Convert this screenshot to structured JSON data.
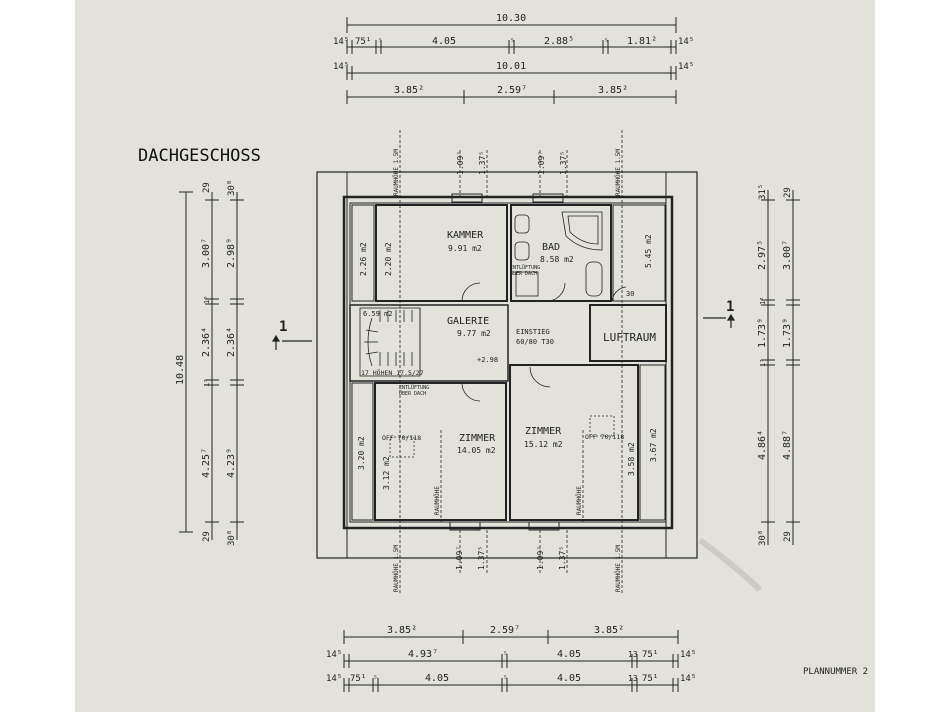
{
  "title": "DACHGESCHOSS",
  "plan_label": "PLANNUMMER 2",
  "top_dims": {
    "row1": [
      "10.30"
    ],
    "row2": [
      "14⁵",
      "75¹",
      "⁵",
      "4.05",
      "⁵",
      "2.88⁵",
      "⁵",
      "1.81²",
      "14⁵"
    ],
    "row3": [
      "14⁵",
      "10.01",
      "14⁵"
    ],
    "row4": [
      "3.85²",
      "2.59⁷",
      "3.85²"
    ]
  },
  "bottom_dims": {
    "row1": [
      "3.85²",
      "2.59⁷",
      "3.85²"
    ],
    "row2": [
      "14⁵",
      "4.93⁷",
      "⁵",
      "4.05",
      "13",
      "75¹",
      "14⁵"
    ],
    "row3": [
      "14⁵",
      "75¹",
      "⁵",
      "4.05",
      "⁵",
      "4.05",
      "13",
      "75¹",
      "14⁵"
    ]
  },
  "left_dims": [
    "29",
    "30⁸",
    "10.48",
    "3.00⁷",
    "2.98⁹",
    "2.36⁴",
    "2.36⁴",
    "4.25⁷",
    "4.23⁹",
    "29",
    "30⁸",
    "1⁵",
    "1⁵"
  ],
  "right_dims": [
    "31⁵",
    "29",
    "2.97⁵",
    "3.00⁷",
    "1.73⁹",
    "1.73⁹",
    "4.86⁴",
    "4.88⁷",
    "30⁸",
    "29",
    "1⁵",
    "1⁵"
  ],
  "rooms": {
    "kammer": {
      "name": "KAMMER",
      "area": "9.91 m2"
    },
    "bad": {
      "name": "BAD",
      "area": "8.58 m2"
    },
    "galerie": {
      "name": "GALERIE",
      "area": "9.77 m2"
    },
    "luftraum": {
      "name": "LUFTRAUM"
    },
    "zimmer_left": {
      "name": "ZIMMER",
      "area": "14.05 m2"
    },
    "zimmer_right": {
      "name": "ZIMMER",
      "area": "15.12 m2"
    }
  },
  "small_labels": {
    "a226": "2.26 m2",
    "a220": "2.20 m2",
    "a545": "5.45 m2",
    "a659": "6.59 m2",
    "a320": "3.20 m2",
    "a312": "3.12 m2",
    "a358": "3.58 m2",
    "a367": "3.67 m2",
    "stairs": "17 HÖHEN 17.5/27",
    "einstieg1": "EINSTIEG",
    "einstieg2": "60/80 T30",
    "off_left": "OFF 70/118",
    "off_right": "OFF 70/118",
    "level": "+2.98",
    "vent_top1": "ENTLÜFTUNG",
    "vent_top2": "ÜBER DACH",
    "vent_bot1": "ENTLÜFTUNG",
    "vent_bot2": "ÜBER DACH",
    "d30": "30"
  },
  "vertical_labels": {
    "rh": "RAUMHÖHE 1.5M",
    "rh_short": "RAUMHÖHE",
    "w109": "1.09⁷",
    "w137": "1.37⁵"
  },
  "section_marks": [
    "1",
    "1"
  ]
}
